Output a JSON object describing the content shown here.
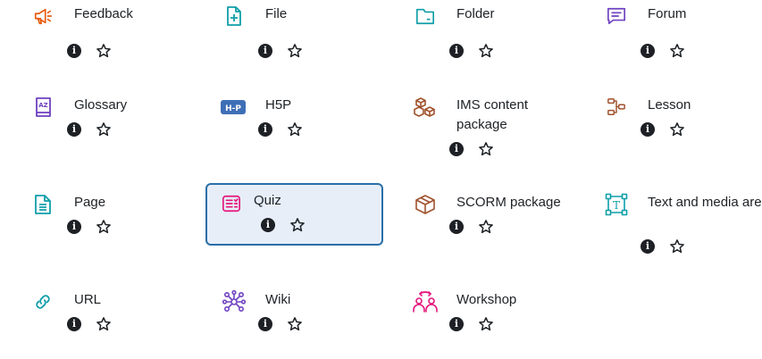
{
  "info_glyph": "i",
  "modules": [
    {
      "name": "Feedback",
      "icon": "megaphone-icon"
    },
    {
      "name": "File",
      "icon": "file-icon"
    },
    {
      "name": "Folder",
      "icon": "folder-icon"
    },
    {
      "name": "Forum",
      "icon": "forum-icon"
    },
    {
      "name": "Glossary",
      "icon": "glossary-icon"
    },
    {
      "name": "H5P",
      "icon": "h5p-icon",
      "icon_text": "H-P"
    },
    {
      "name": "IMS content package",
      "icon": "ims-boxes-icon"
    },
    {
      "name": "Lesson",
      "icon": "lesson-icon"
    },
    {
      "name": "Page",
      "icon": "page-icon"
    },
    {
      "name": "Quiz",
      "icon": "quiz-icon",
      "selected": true
    },
    {
      "name": "SCORM package",
      "icon": "scorm-box-icon"
    },
    {
      "name": "Text and media area",
      "icon": "text-media-icon",
      "icon_text": "T"
    },
    {
      "name": "URL",
      "icon": "link-icon"
    },
    {
      "name": "Wiki",
      "icon": "wiki-icon"
    },
    {
      "name": "Workshop",
      "icon": "workshop-icon"
    }
  ],
  "colors": {
    "orange": "#e8590c",
    "teal": "#0f9ea9",
    "purple": "#6f42c1",
    "brown": "#a0522d",
    "blue": "#3e6fb6",
    "pink": "#e4157c",
    "selected_bg": "#e7eef8",
    "selected_border": "#2a6fa8"
  }
}
